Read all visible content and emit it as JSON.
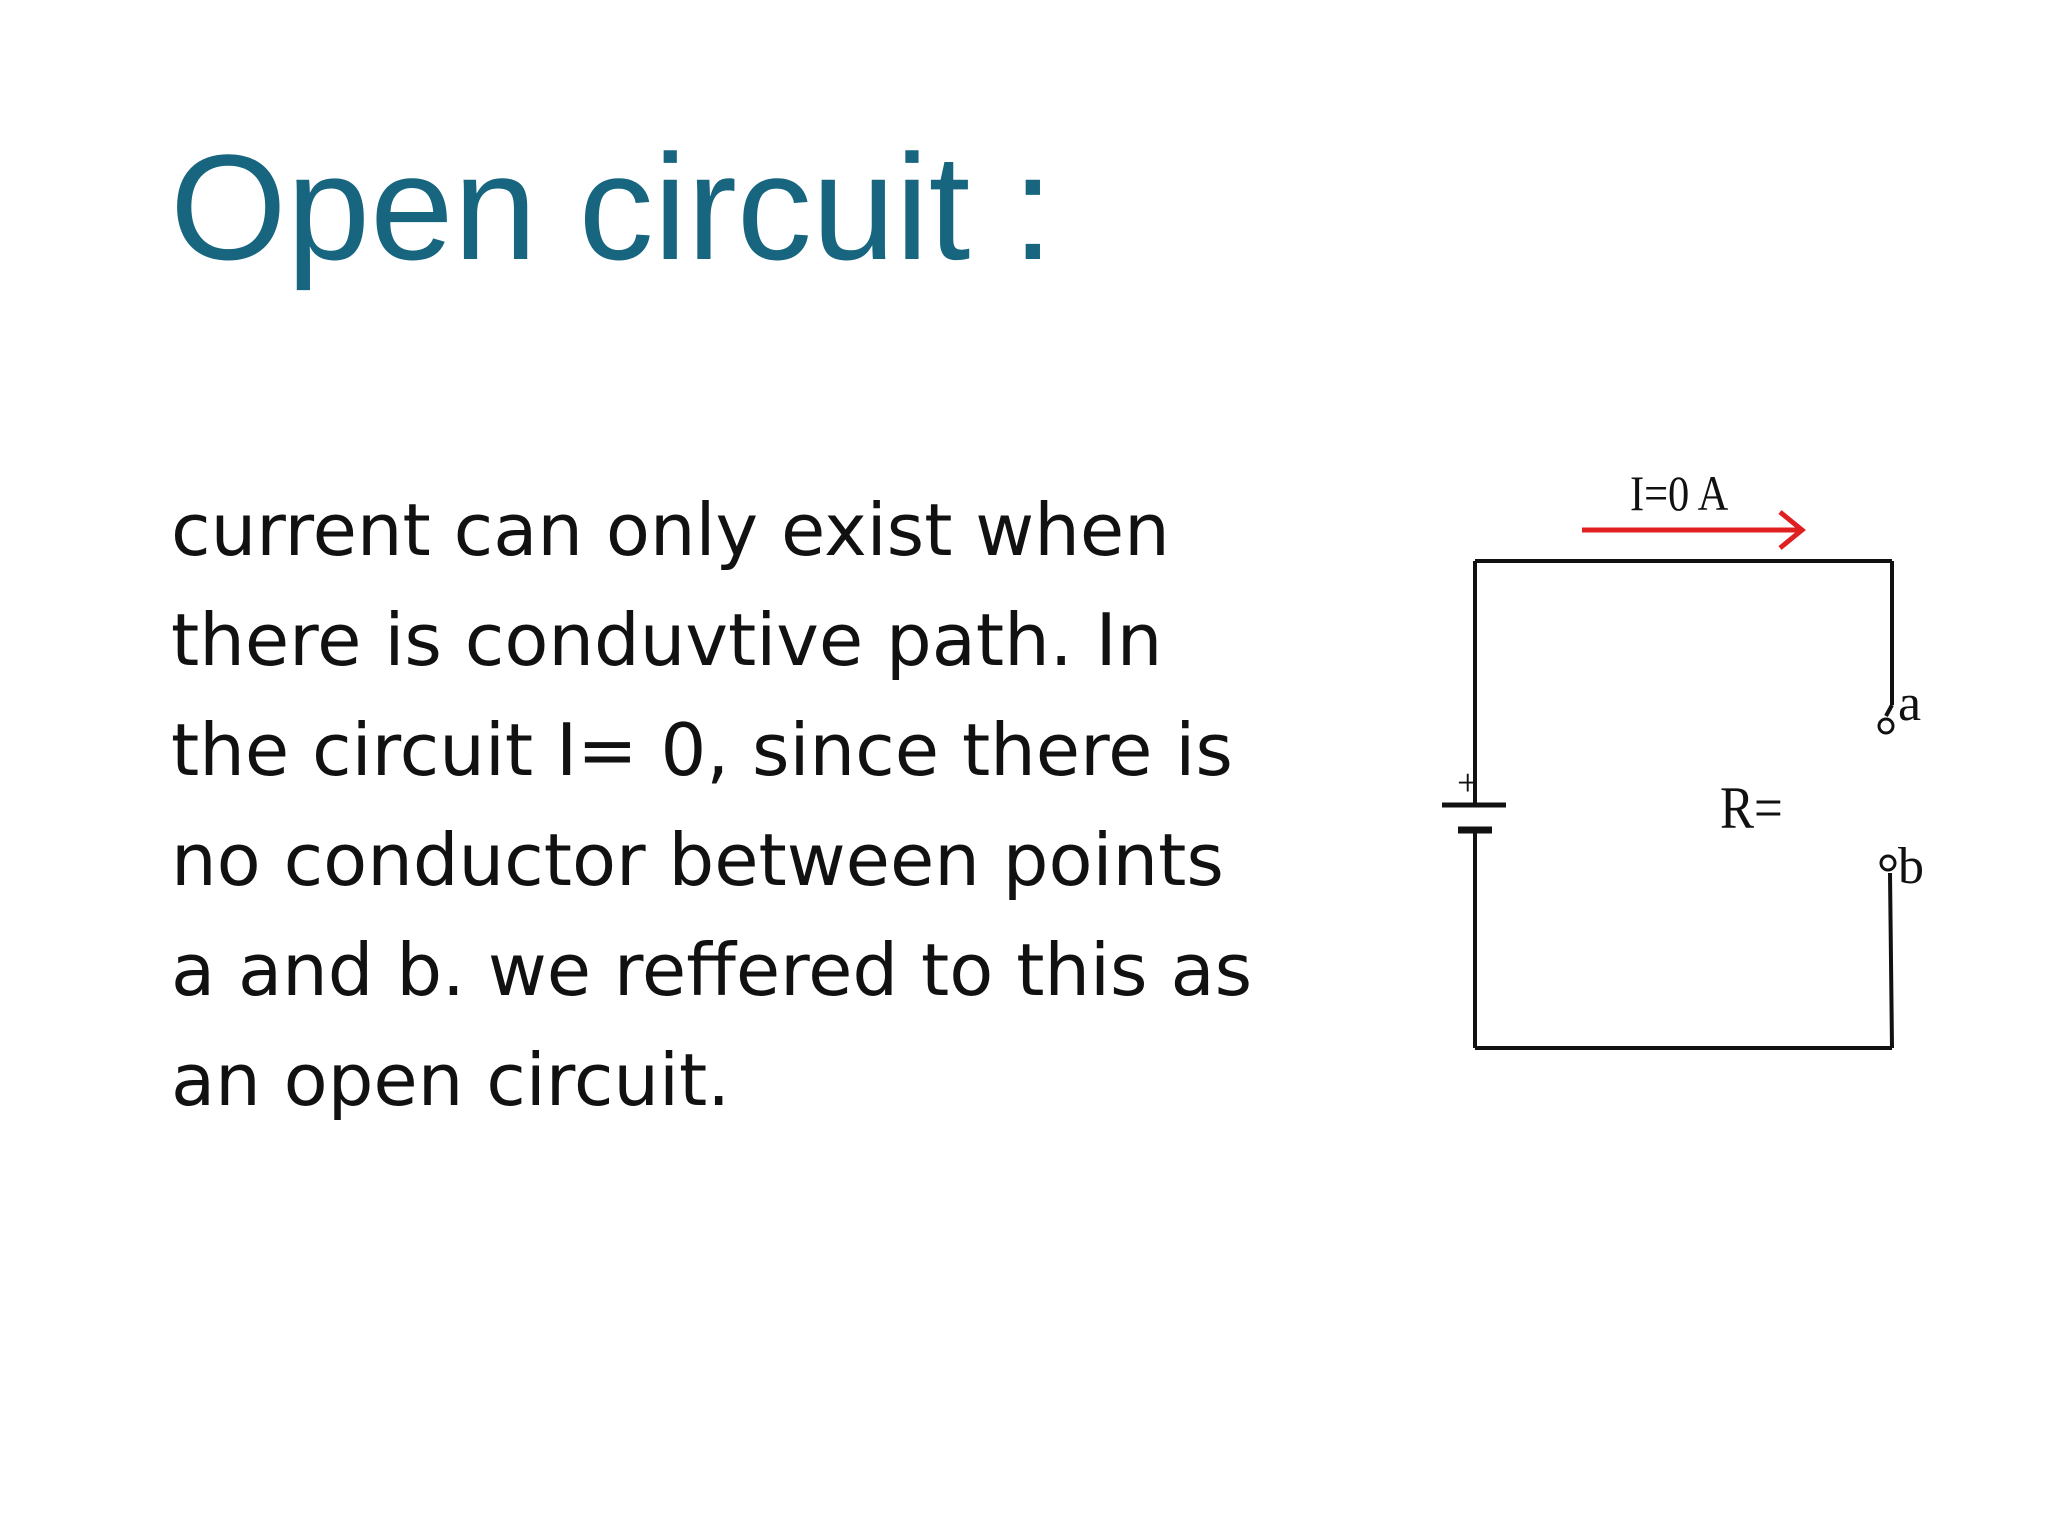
{
  "slide": {
    "title": "Open circuit :",
    "body_lines": [
      "current can only exist when",
      "there is conduvtive path. In",
      "the circuit I= 0, since there is",
      "no conductor between points",
      "a and b. we reffered to this as",
      "an open circuit."
    ]
  },
  "diagram": {
    "current_label": "I=0 A",
    "resistance_label": "R=",
    "battery_plus": "+",
    "terminal_a": "a",
    "terminal_b": "b",
    "colors": {
      "arrow": "#e02020",
      "wire": "#111111"
    },
    "icons": [
      "battery-icon",
      "current-arrow-icon",
      "terminal-node-icon"
    ]
  }
}
